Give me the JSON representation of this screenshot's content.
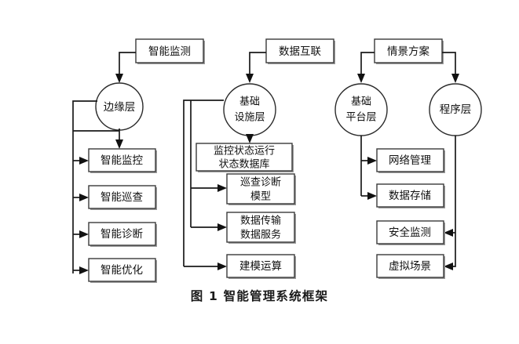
{
  "figure": {
    "caption": "图 1  智能管理系统框架",
    "caption_number": "图 1",
    "caption_title": "智能管理系统框架",
    "background_color": "#ffffff",
    "line_color": "#1a1a1a",
    "box_stroke_color": "#3a3a3a",
    "box_fill_color": "#ffffff"
  },
  "diagram": {
    "type": "flowchart",
    "columns": [
      {
        "id": "column-edge",
        "source_label": "智能监测",
        "hub_label": "边缘层",
        "hub_shape": "circle",
        "children": [
          "智能监控",
          "智能巡查",
          "智能诊断",
          "智能优化"
        ]
      },
      {
        "id": "column-infrastructure",
        "source_label": "数据互联",
        "hub_label": "基础设施层",
        "hub_line1": "基础",
        "hub_line2": "设施层",
        "hub_shape": "circle",
        "children": [
          "监控状态运行状态数据库",
          "巡查诊断模型",
          "数据传输数据服务",
          "建模运算"
        ]
      },
      {
        "id": "column-platform",
        "source_label": "情景方案",
        "hub_label": "基础平台层",
        "hub_line1": "基础",
        "hub_line2": "平台层",
        "hub_shape": "circle",
        "children": [
          "网络管理",
          "数据存储"
        ]
      },
      {
        "id": "column-program",
        "source_label": "情景方案",
        "hub_label": "程序层",
        "hub_shape": "circle",
        "children": [
          "安全监测",
          "虚拟场景"
        ]
      }
    ],
    "nodes": {
      "src_intelligent_monitoring": "智能监测",
      "src_data_interconnect": "数据互联",
      "src_scenario_plan": "情景方案",
      "hub_edge_layer": "边缘层",
      "hub_infra_line1": "基础",
      "hub_infra_line2": "设施层",
      "hub_platform_line1": "基础",
      "hub_platform_line2": "平台层",
      "hub_program_layer": "程序层",
      "leaf_smart_monitor": "智能监控",
      "leaf_smart_inspect": "智能巡查",
      "leaf_smart_diagnose": "智能诊断",
      "leaf_smart_optimize": "智能优化",
      "leaf_db_line1": "监控状态运行",
      "leaf_db_line2": "状态数据库",
      "leaf_model_line1": "巡查诊断",
      "leaf_model_line2": "模型",
      "leaf_transfer_line1": "数据传输",
      "leaf_transfer_line2": "数据服务",
      "leaf_modeling_calc": "建模运算",
      "leaf_network_mgmt": "网络管理",
      "leaf_data_storage": "数据存储",
      "leaf_security_monitor": "安全监测",
      "leaf_virtual_scene": "虚拟场景"
    }
  }
}
